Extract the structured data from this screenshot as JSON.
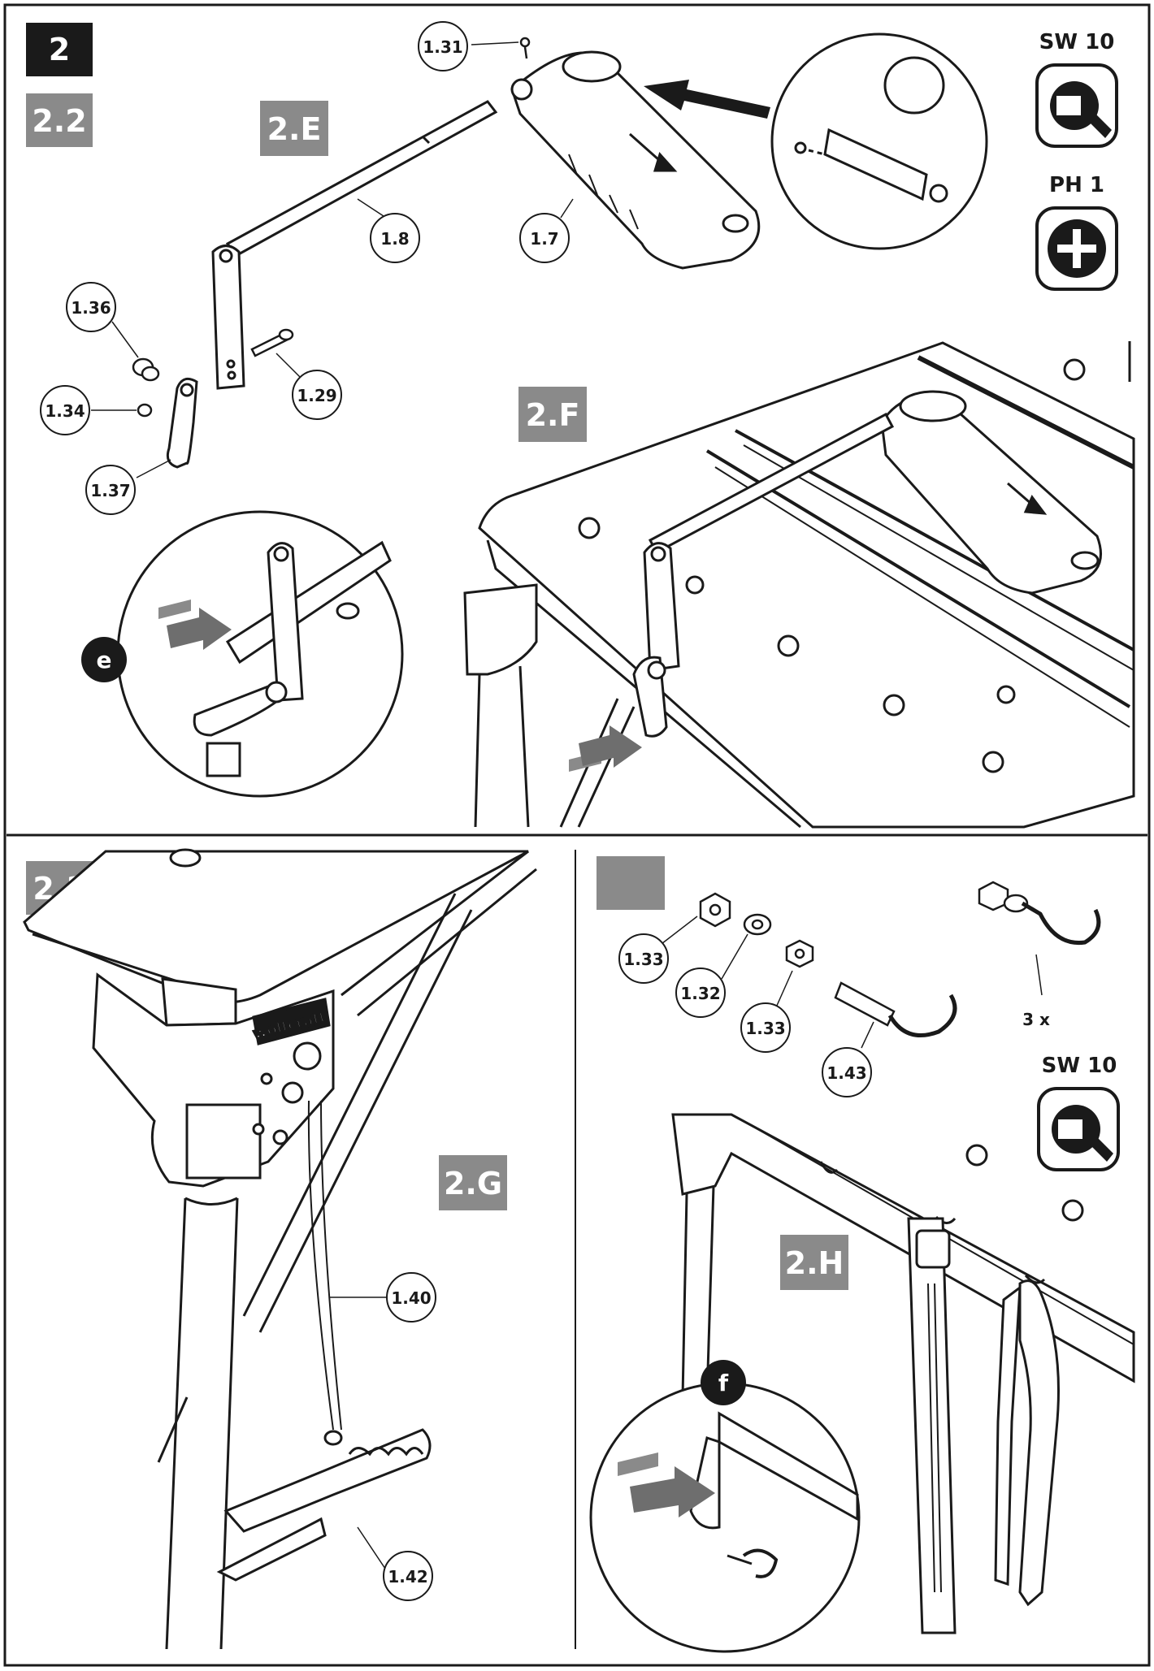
{
  "page": {
    "step_number": "2",
    "sections": {
      "s22": "2.2",
      "s23": "2.3",
      "unlabeled": ""
    },
    "panels": {
      "e": "2.E",
      "f": "2.F",
      "g": "2.G",
      "h": "2.H"
    },
    "details": {
      "e": "e",
      "f": "f"
    },
    "tools": {
      "sw_top": "SW 10",
      "ph_top": "PH 1",
      "sw_bottom": "SW 10"
    },
    "quantity": "3 x",
    "brand": "wolfcraft",
    "parts": {
      "p131": "1.31",
      "p18": "1.8",
      "p17": "1.7",
      "p136": "1.36",
      "p134": "1.34",
      "p129": "1.29",
      "p137": "1.37",
      "p140": "1.40",
      "p142": "1.42",
      "p133a": "1.33",
      "p132": "1.32",
      "p133b": "1.33",
      "p143": "1.43"
    },
    "colors": {
      "ink": "#1a1a1a",
      "label_grey": "#8a8a8a",
      "tag_black": "#1a1a1a",
      "arrow_grey": "#6e6e6e"
    }
  }
}
